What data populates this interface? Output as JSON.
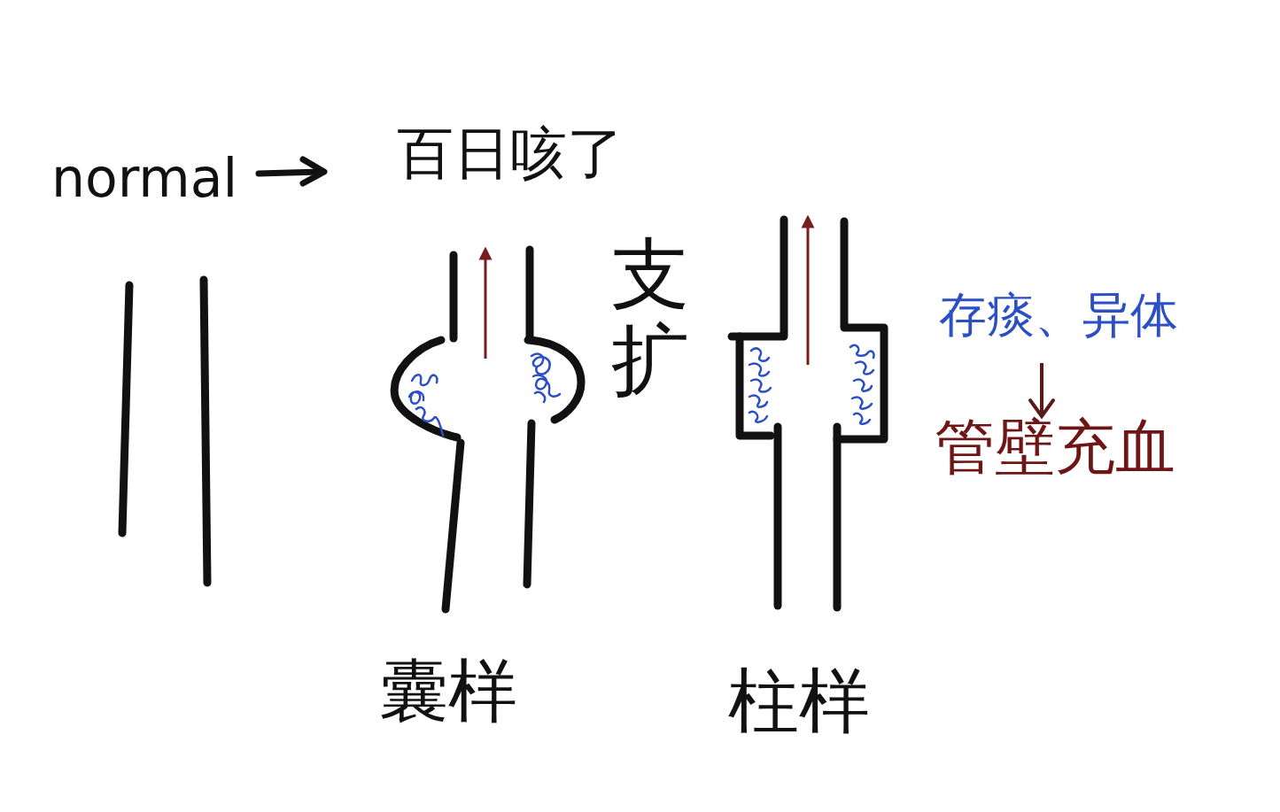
{
  "diagram": {
    "labels": [
      "normal",
      "百日咳了",
      "支扩",
      "囊样",
      "柱样",
      "存痰、异体",
      "管壁充血"
    ]
  }
}
